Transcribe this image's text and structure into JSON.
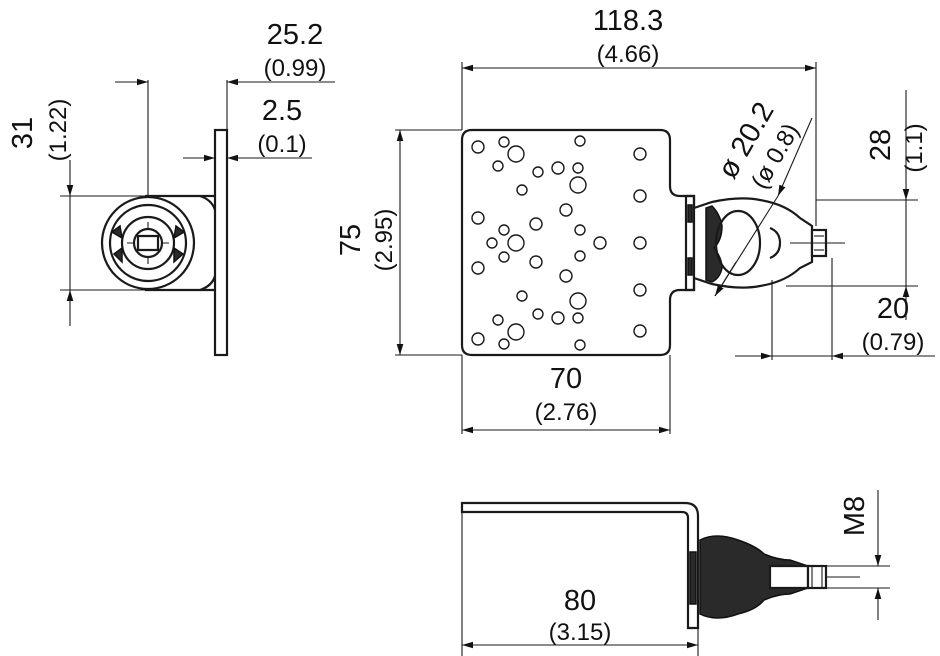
{
  "dimensions": {
    "side_width": {
      "mm": "25.2",
      "inch": "(0.99)"
    },
    "side_height": {
      "mm": "31",
      "inch": "(1.22)"
    },
    "plate_thickness": {
      "mm": "2.5",
      "inch": "(0.1)"
    },
    "overall_length": {
      "mm": "118.3",
      "inch": "(4.66)"
    },
    "plate_height": {
      "mm": "75",
      "inch": "(2.95)"
    },
    "diameter": {
      "mm": "ø 20.2",
      "inch": "(ø 0.8)"
    },
    "offset_28": {
      "mm": "28",
      "inch": "(1.1)"
    },
    "stem_length": {
      "mm": "20",
      "inch": "(0.79)"
    },
    "plate_width": {
      "mm": "70",
      "inch": "(2.76)"
    },
    "bottom_length": {
      "mm": "80",
      "inch": "(3.15)"
    },
    "thread": {
      "mm": "M8"
    }
  }
}
